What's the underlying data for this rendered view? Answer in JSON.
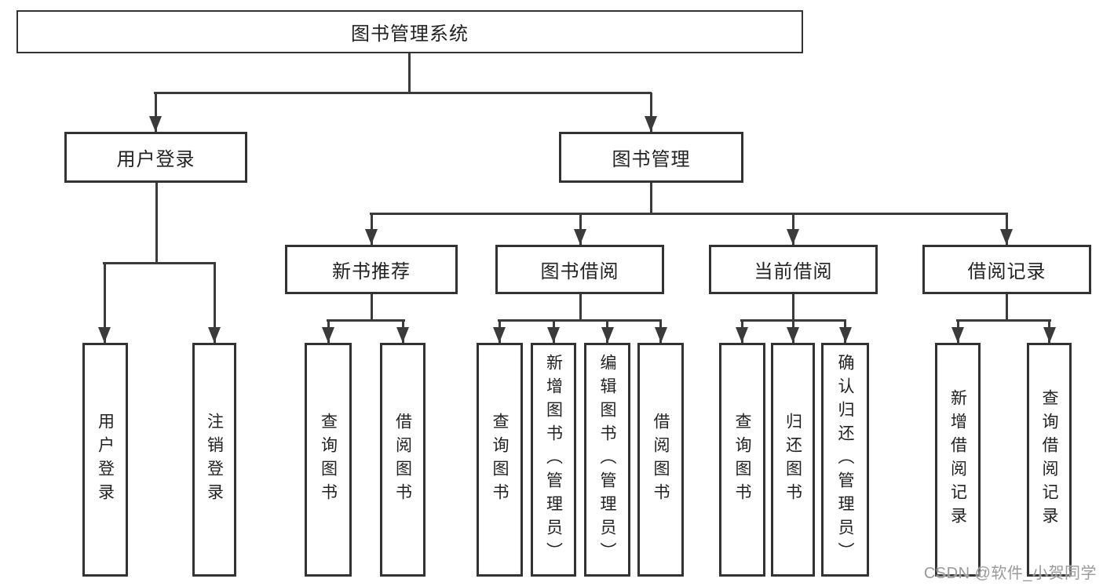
{
  "diagram": {
    "root": {
      "label": "图书管理系统"
    },
    "children": [
      {
        "label": "用户登录",
        "children": [
          {
            "label": "用户登录"
          },
          {
            "label": "注销登录"
          }
        ]
      },
      {
        "label": "图书管理",
        "children": [
          {
            "label": "新书推荐",
            "children": [
              {
                "label": "查询图书"
              },
              {
                "label": "借阅图书"
              }
            ]
          },
          {
            "label": "图书借阅",
            "children": [
              {
                "label": "查询图书"
              },
              {
                "label": "新增图书（管理员）"
              },
              {
                "label": "编辑图书（管理员）"
              },
              {
                "label": "借阅图书"
              }
            ]
          },
          {
            "label": "当前借阅",
            "children": [
              {
                "label": "查询图书"
              },
              {
                "label": "归还图书"
              },
              {
                "label": "确认归还（管理员）"
              }
            ]
          },
          {
            "label": "借阅记录",
            "children": [
              {
                "label": "新增借阅记录"
              },
              {
                "label": "查询借阅记录"
              }
            ]
          }
        ]
      }
    ]
  },
  "watermark": {
    "text": "CSDN @软件_小贺同学"
  },
  "colors": {
    "line": "#3b3b3b",
    "box_border": "#333333",
    "text": "#222222",
    "watermark": "#9a9a9a",
    "background": "#ffffff"
  }
}
